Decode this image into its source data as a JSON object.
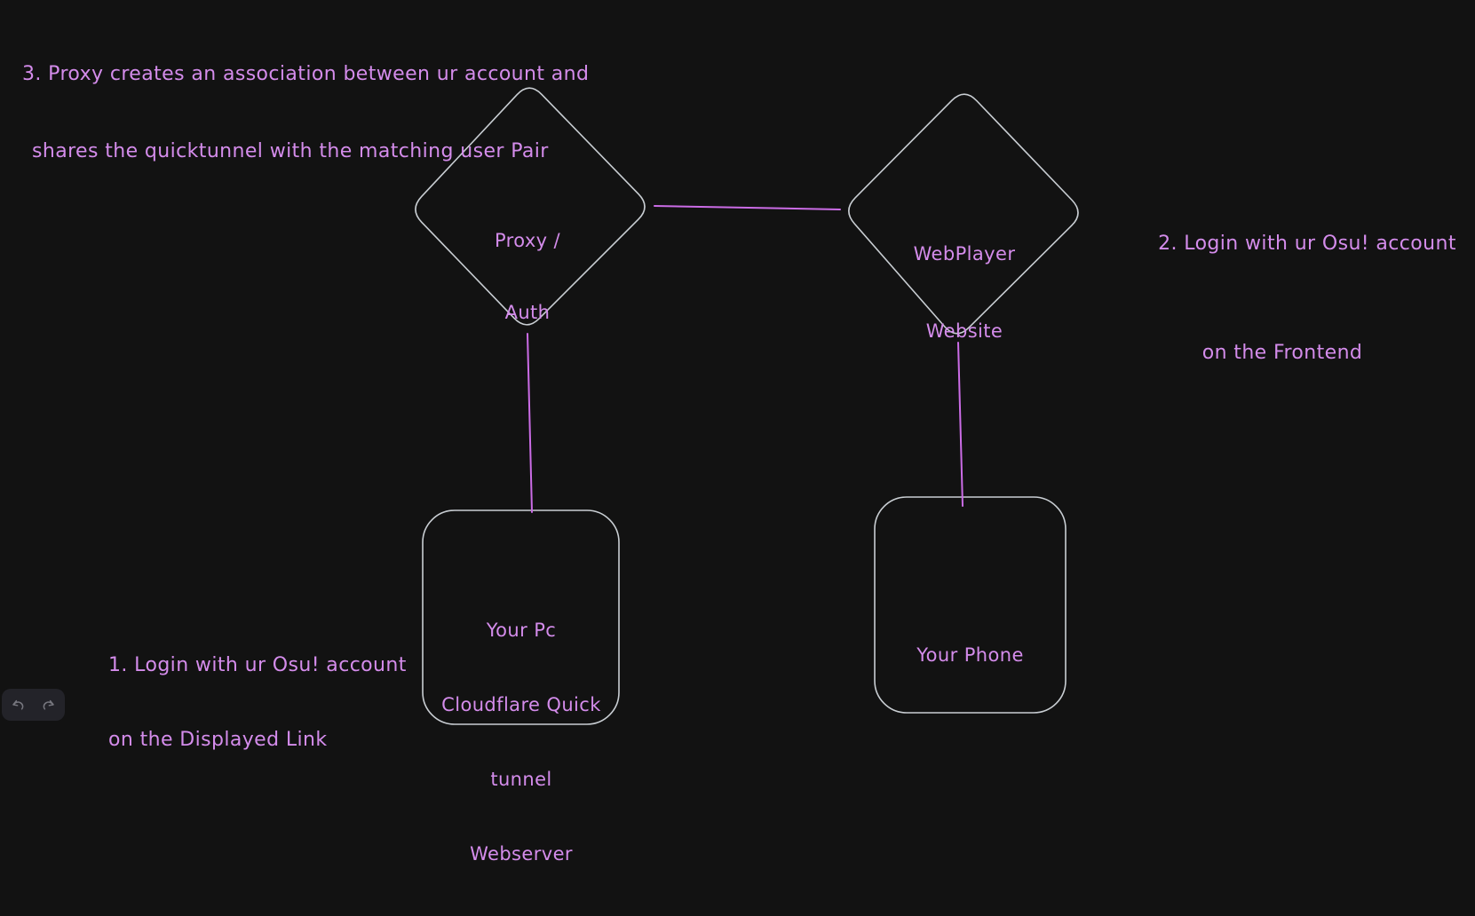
{
  "canvas": {
    "background": "#121212",
    "text_purple": "#d48ceb",
    "connector_purple": "#cb6ce6",
    "shape_stroke": "#c9ced3"
  },
  "annotations": {
    "step3": {
      "line1": "3. Proxy creates an association between ur account and",
      "line2": "shares the quicktunnel with the matching user Pair"
    },
    "step2": {
      "line1": "2. Login with ur Osu! account",
      "line2": "on the Frontend"
    },
    "step1": {
      "line1": "1. Login with ur Osu! account",
      "line2": "on the Displayed Link"
    }
  },
  "nodes": {
    "proxy_auth": {
      "lines": [
        "Proxy /",
        "Auth"
      ]
    },
    "webplayer": {
      "lines": [
        "WebPlayer",
        "Website"
      ]
    },
    "pc_tunnel": {
      "lines": [
        "Your Pc",
        "Cloudflare Quick",
        "tunnel",
        "Webserver"
      ]
    },
    "phone": {
      "lines": [
        "Your Phone"
      ]
    }
  },
  "toolbar": {
    "undo_icon": "undo-arrow",
    "redo_icon": "redo-arrow"
  }
}
